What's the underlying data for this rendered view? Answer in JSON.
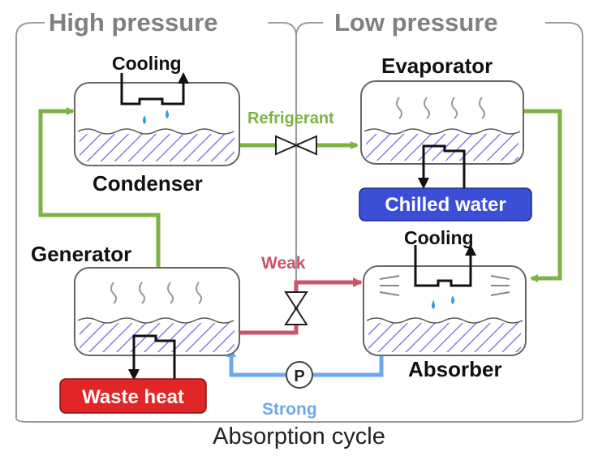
{
  "regions": {
    "high": "High pressure",
    "low": "Low pressure"
  },
  "components": {
    "condenser": "Condenser",
    "evaporator": "Evaporator",
    "generator": "Generator",
    "absorber": "Absorber"
  },
  "flows": {
    "cooling_top": "Cooling",
    "cooling_absorber": "Cooling",
    "refrigerant": "Refrigerant",
    "weak": "Weak",
    "strong": "Strong",
    "pump": "P"
  },
  "badges": {
    "chilled_water": "Chilled water",
    "waste_heat": "Waste heat"
  },
  "caption": "Absorption cycle",
  "colors": {
    "green": "#7cb342",
    "red": "#c8556a",
    "blue": "#6ea8e8",
    "chilled_badge": "#3a4fd6",
    "waste_badge": "#e02626",
    "hatch": "#6a6ad8",
    "drop": "#2aa3d8"
  }
}
